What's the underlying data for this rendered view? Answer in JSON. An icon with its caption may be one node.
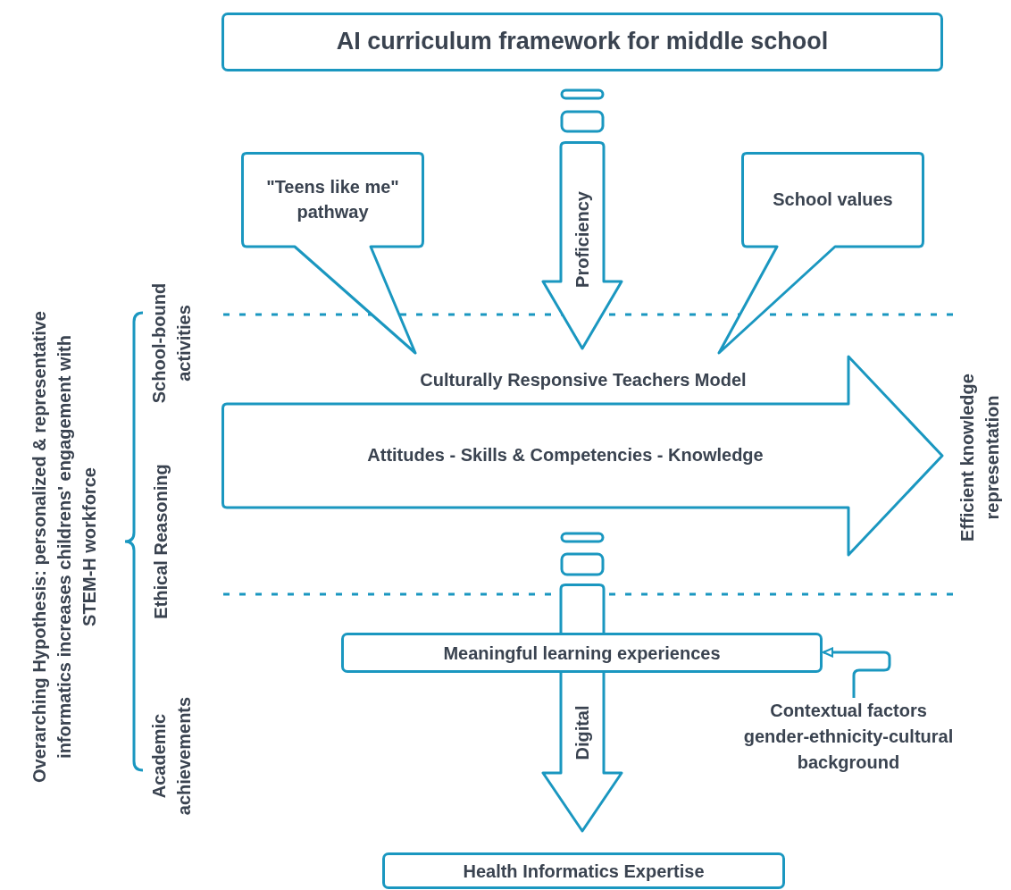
{
  "diagram": {
    "nodes": [
      {
        "text": [
          "AI curriculum framework for middle school"
        ]
      },
      {
        "text": [
          "\"Teens like me\" pathway"
        ]
      },
      {
        "text": [
          "School values"
        ]
      },
      {
        "text": [
          "Proficiency"
        ]
      },
      {
        "text": [
          "Culturally Responsive Teachers Model",
          "Attitudes - Skills & Competencies - Knowledge"
        ]
      },
      {
        "text": [
          "Digital"
        ]
      },
      {
        "text": [
          "Meaningful learning experiences"
        ]
      },
      {
        "text": [
          "Contextual factors",
          "gender-ethnicity-cultural background"
        ]
      },
      {
        "text": [
          "Health Informatics Expertise"
        ]
      }
    ],
    "edges": [
      {
        "from": 7,
        "to": 6,
        "arrow": "to"
      }
    ],
    "labels": [
      "Overarching Hypothesis: personalized & representative informatics increases childrens' engagement with STEM-H workforce",
      "School-bound activities",
      "Ethical Reasoning",
      "Academic achievements",
      "Efficient knowledge representation"
    ]
  }
}
